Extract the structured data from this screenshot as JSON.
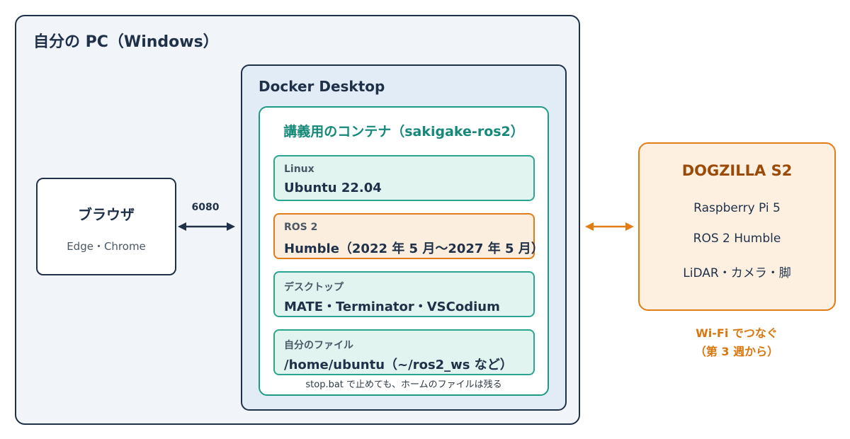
{
  "pc": {
    "title": "自分の PC（Windows）"
  },
  "browser": {
    "title": "ブラウザ",
    "subtitle": "Edge・Chrome"
  },
  "port": {
    "label": "6080"
  },
  "docker": {
    "title": "Docker Desktop"
  },
  "container": {
    "title": "講義用のコンテナ（sakigake-ros2）",
    "layers": [
      {
        "label": "Linux",
        "value": "Ubuntu 22.04"
      },
      {
        "label": "ROS 2",
        "value": "Humble（2022 年 5 月〜2027 年 5 月）"
      },
      {
        "label": "デスクトップ",
        "value": "MATE・Terminator・VSCodium"
      },
      {
        "label": "自分のファイル",
        "value": "/home/ubuntu（~/ros2_ws など）"
      }
    ],
    "note": "stop.bat で止めても、ホームのファイルは残る"
  },
  "robot": {
    "title": "DOGZILLA S2",
    "specs": [
      "Raspberry Pi 5",
      "ROS 2 Humble",
      "LiDAR・カメラ・脚"
    ]
  },
  "connection": {
    "line1": "Wi-Fi でつなぐ",
    "line2": "（第 3 週から）"
  },
  "colors": {
    "navy": "#1f3149",
    "teal": "#1d9a86",
    "orange": "#e07d16"
  }
}
